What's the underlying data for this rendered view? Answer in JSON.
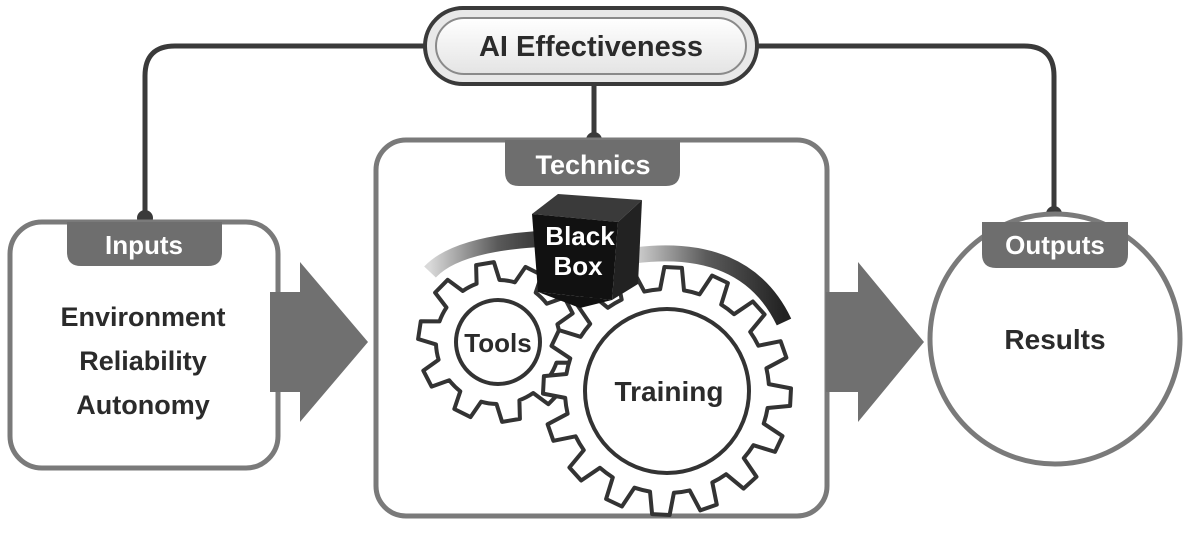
{
  "title": "AI Effectiveness",
  "inputs": {
    "header": "Inputs",
    "items": [
      "Environment",
      "Reliability",
      "Autonomy"
    ]
  },
  "technics": {
    "header": "Technics",
    "black_box": [
      "Black",
      "Box"
    ],
    "gear_small": "Tools",
    "gear_large": "Training"
  },
  "outputs": {
    "header": "Outputs",
    "result": "Results"
  },
  "colors": {
    "outline": "#7a7a7a",
    "dark_outline": "#3a3a3a",
    "tab_fill": "#6e6e6e",
    "arrow_fill": "#707070",
    "black_box": "#111111",
    "label_text": "#2b2b2b",
    "tab_text": "#ffffff"
  }
}
